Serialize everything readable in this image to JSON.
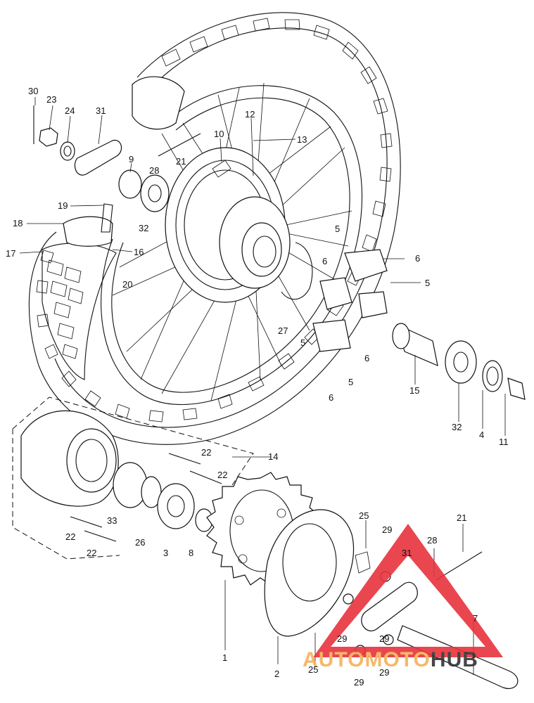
{
  "labels": [
    {
      "text": "30"
    },
    {
      "text": "23"
    },
    {
      "text": "24"
    },
    {
      "text": "31"
    },
    {
      "text": "12"
    },
    {
      "text": "10"
    },
    {
      "text": "13"
    },
    {
      "text": "9"
    },
    {
      "text": "21"
    },
    {
      "text": "28"
    },
    {
      "text": "19"
    },
    {
      "text": "18"
    },
    {
      "text": "32"
    },
    {
      "text": "17"
    },
    {
      "text": "16"
    },
    {
      "text": "20"
    },
    {
      "text": "5"
    },
    {
      "text": "6"
    },
    {
      "text": "6"
    },
    {
      "text": "5"
    },
    {
      "text": "27"
    },
    {
      "text": "5"
    },
    {
      "text": "6"
    },
    {
      "text": "5"
    },
    {
      "text": "6"
    },
    {
      "text": "15"
    },
    {
      "text": "32"
    },
    {
      "text": "4"
    },
    {
      "text": "11"
    },
    {
      "text": "22"
    },
    {
      "text": "14"
    },
    {
      "text": "22"
    },
    {
      "text": "33"
    },
    {
      "text": "26"
    },
    {
      "text": "3"
    },
    {
      "text": "8"
    },
    {
      "text": "22"
    },
    {
      "text": "22"
    },
    {
      "text": "25"
    },
    {
      "text": "29"
    },
    {
      "text": "21"
    },
    {
      "text": "28"
    },
    {
      "text": "31"
    },
    {
      "text": "7"
    },
    {
      "text": "1"
    },
    {
      "text": "2"
    },
    {
      "text": "25"
    },
    {
      "text": "29"
    },
    {
      "text": "29"
    },
    {
      "text": "29"
    },
    {
      "text": "29"
    }
  ],
  "watermark": {
    "text_accent": "AUTOMOTO",
    "text_dark": "HUB",
    "accent_color": "#f4b25a",
    "dark_color": "#333333",
    "triangle_color": "#e8323c"
  }
}
